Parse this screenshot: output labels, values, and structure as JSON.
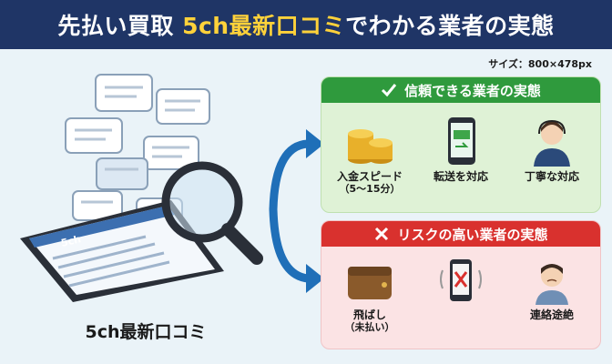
{
  "header": {
    "title_prefix": "先払い買取 ",
    "title_highlight": "5ch最新口コミ",
    "title_suffix": "でわかる業者の実態"
  },
  "size_note": "サイズ：800×478px",
  "left": {
    "phone_label": "5ch",
    "caption": "5ch最新口コミ"
  },
  "good_panel": {
    "title": "信頼できる業者の実態",
    "icon": "check-icon",
    "items": [
      {
        "label": "入金スピード",
        "sub": "（5〜15分）",
        "icon": "coin-stack-icon"
      },
      {
        "label": "転送を対応",
        "icon": "phone-transfer-icon"
      },
      {
        "label": "丁寧な対応",
        "icon": "support-agent-icon"
      }
    ]
  },
  "bad_panel": {
    "title": "リスクの高い業者の実態",
    "icon": "cross-icon",
    "items": [
      {
        "label": "飛ばし",
        "sub": "（未払い）",
        "icon": "empty-wallet-icon"
      },
      {
        "label": "",
        "icon": "phone-no-answer-icon"
      },
      {
        "label": "連絡途絶",
        "icon": "worried-person-icon"
      }
    ]
  },
  "colors": {
    "header_bg": "#1f3566",
    "highlight": "#ffd23a",
    "good": "#2f9a3d",
    "bad": "#d9312e",
    "arrow": "#1f6fb8"
  }
}
